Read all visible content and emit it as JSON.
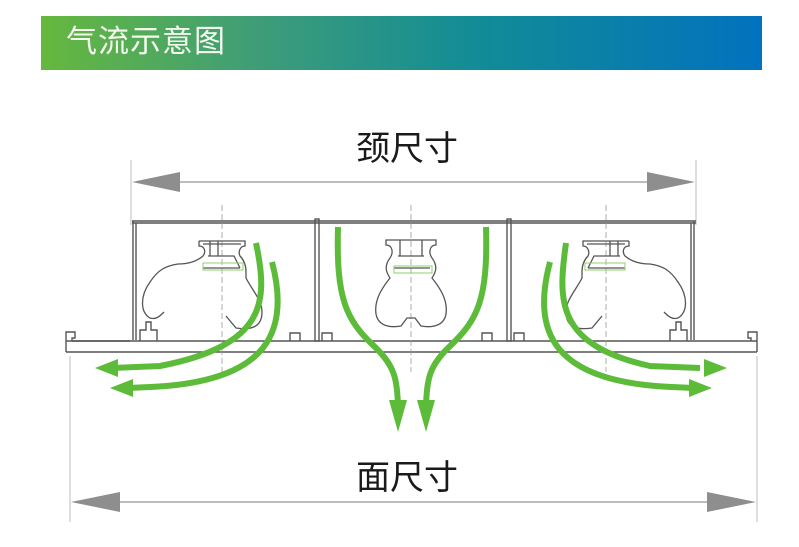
{
  "header": {
    "title": "气流示意图",
    "gradient_start": "#66b83d",
    "gradient_end": "#0272bf"
  },
  "diagram": {
    "neck_dimension_label": "颈尺寸",
    "face_dimension_label": "面尺寸",
    "airflow_color": "#5dbb3a",
    "line_color": "#555555",
    "dimension_line_color": "#bdbdbd"
  }
}
